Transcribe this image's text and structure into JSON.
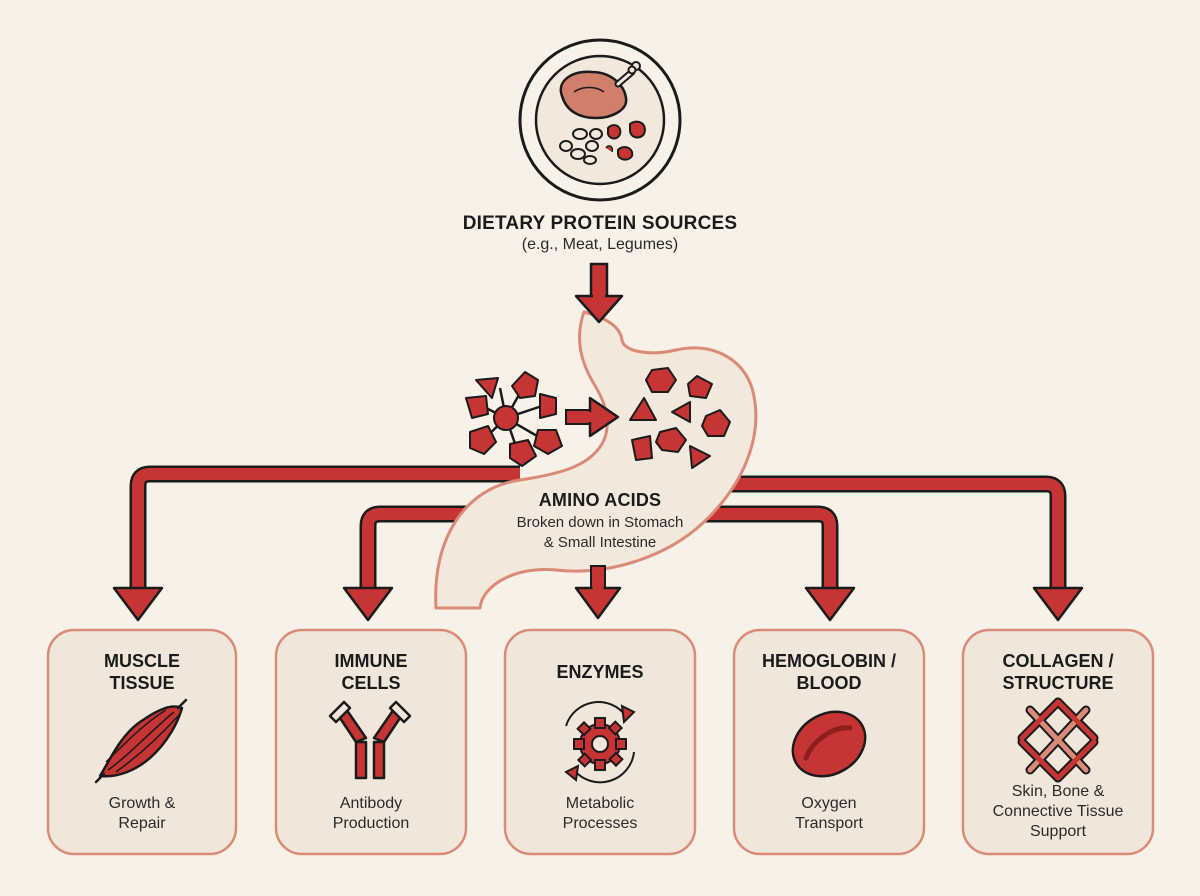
{
  "source": {
    "title": "DIETARY PROTEIN SOURCES",
    "subtitle": "(e.g., Meat, Legumes)",
    "icon": "food-plate-icon"
  },
  "digestion": {
    "title": "AMINO ACIDS",
    "line1": "Broken down in Stomach",
    "line2": "& Small Intestine",
    "icon": "stomach-icon"
  },
  "outputs": [
    {
      "title1": "MUSCLE",
      "title2": "TISSUE",
      "desc1": "Growth &",
      "desc2": "Repair",
      "desc3": "",
      "icon": "muscle-icon"
    },
    {
      "title1": "IMMUNE",
      "title2": "CELLS",
      "desc1": "Antibody",
      "desc2": "Production",
      "desc3": "",
      "icon": "antibody-icon"
    },
    {
      "title1": "ENZYMES",
      "title2": "",
      "desc1": "Metabolic",
      "desc2": "Processes",
      "desc3": "",
      "icon": "enzyme-gear-icon"
    },
    {
      "title1": "HEMOGLOBIN /",
      "title2": "BLOOD",
      "desc1": "Oxygen",
      "desc2": "Transport",
      "desc3": "",
      "icon": "red-blood-cell-icon"
    },
    {
      "title1": "COLLAGEN /",
      "title2": "STRUCTURE",
      "desc1": "Skin, Bone &",
      "desc2": "Connective Tissue",
      "desc3": "Support",
      "icon": "collagen-lattice-icon"
    }
  ],
  "colors": {
    "arrow": "#c63434",
    "arrow_outline": "#1b1b1b",
    "box_fill": "#f1e6da",
    "box_border": "#d98b78",
    "stomach_fill": "#f3e8dc",
    "stomach_border": "#d98b78",
    "background": "#f8f1e7"
  }
}
